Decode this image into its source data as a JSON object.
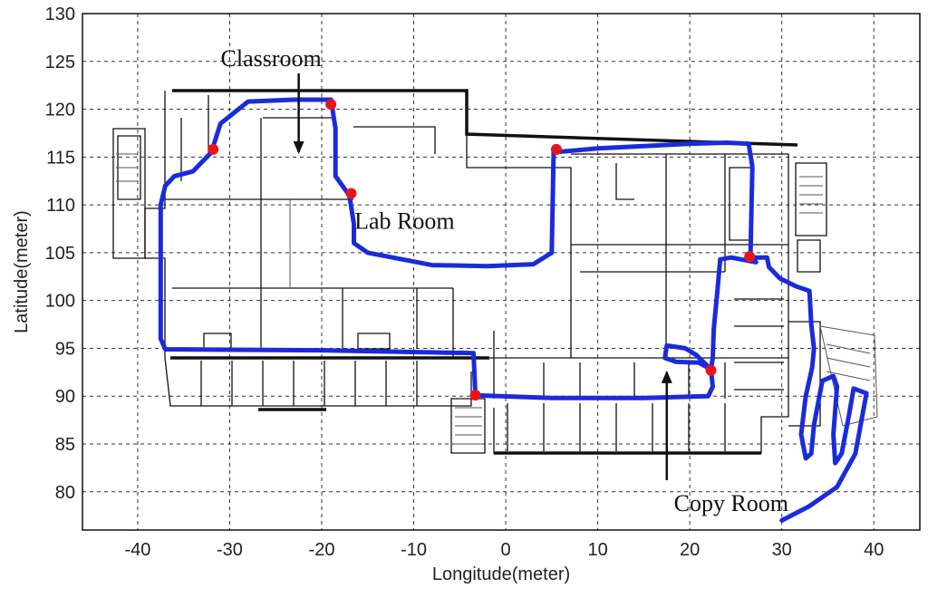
{
  "chart_data": {
    "type": "line",
    "xlabel": "Longitude(meter)",
    "ylabel": "Latitude(meter)",
    "xlim": [
      -46,
      45
    ],
    "ylim": [
      76,
      130
    ],
    "x_ticks": [
      -40,
      -30,
      -20,
      -10,
      0,
      10,
      20,
      30,
      40
    ],
    "y_ticks": [
      80,
      85,
      90,
      95,
      100,
      105,
      110,
      115,
      120,
      125,
      130
    ],
    "grid": true,
    "annotations": [
      {
        "text": "Classroom",
        "x": -25.5,
        "y": 124.5,
        "arrow_to": [
          -22.5,
          115.5
        ]
      },
      {
        "text": "Lab Room",
        "x": -11,
        "y": 107.5
      },
      {
        "text": "Copy Room",
        "x": 24.5,
        "y": 78,
        "arrow_to": [
          17.5,
          92.5
        ]
      }
    ],
    "series": [
      {
        "color": "#1a2bdc",
        "points": [
          [
            30,
            77
          ],
          [
            33,
            78.5
          ],
          [
            36,
            80.5
          ],
          [
            38,
            84
          ],
          [
            39.2,
            90.3
          ],
          [
            37.8,
            90.8
          ],
          [
            37.3,
            88
          ],
          [
            36.5,
            84
          ],
          [
            35.8,
            83
          ],
          [
            35.6,
            86
          ],
          [
            36,
            91
          ],
          [
            35.6,
            92.1
          ],
          [
            34.4,
            91.6
          ],
          [
            33.5,
            87
          ],
          [
            33.2,
            84
          ],
          [
            32.6,
            83.5
          ],
          [
            32.1,
            86
          ],
          [
            32.6,
            90
          ],
          [
            33.3,
            93
          ],
          [
            33.5,
            95
          ],
          [
            33.2,
            97.5
          ],
          [
            33,
            101
          ],
          [
            31.5,
            101.5
          ],
          [
            29.8,
            102.3
          ],
          [
            28.6,
            103.5
          ],
          [
            28.4,
            104.5
          ],
          [
            27.5,
            104.5
          ],
          [
            26.5,
            104.5
          ],
          [
            27.2,
            104
          ],
          [
            24.5,
            104.5
          ],
          [
            23.3,
            104.3
          ],
          [
            23,
            101
          ],
          [
            22.6,
            97
          ],
          [
            22.5,
            94
          ],
          [
            22.3,
            92.8
          ],
          [
            22.5,
            91
          ],
          [
            22,
            90
          ],
          [
            15,
            89.8
          ],
          [
            5,
            89.8
          ],
          [
            -3.3,
            90.1
          ],
          [
            -3.5,
            94.5
          ],
          [
            -20,
            94.8
          ],
          [
            -37,
            94.9
          ],
          [
            -37.5,
            96
          ],
          [
            -37.5,
            110
          ],
          [
            -37,
            112
          ],
          [
            -36,
            113
          ],
          [
            -34,
            113.5
          ],
          [
            -32,
            115.5
          ],
          [
            -31,
            118.5
          ],
          [
            -28,
            120.8
          ],
          [
            -23,
            121
          ],
          [
            -19,
            121
          ],
          [
            -18.5,
            118
          ],
          [
            -18.5,
            113
          ],
          [
            -17,
            111
          ],
          [
            -16.5,
            108
          ],
          [
            -16.5,
            106
          ],
          [
            -15,
            105
          ],
          [
            -8,
            103.7
          ],
          [
            -2,
            103.6
          ],
          [
            3,
            103.8
          ],
          [
            5,
            105
          ],
          [
            5.2,
            115.5
          ],
          [
            10,
            115.9
          ],
          [
            16,
            116.2
          ],
          [
            20,
            116.4
          ],
          [
            24,
            116.5
          ],
          [
            26.4,
            116.4
          ],
          [
            26.8,
            114
          ],
          [
            26.6,
            105
          ],
          [
            26.5,
            104.5
          ]
        ],
        "extra_loop": [
          [
            22.3,
            92.8
          ],
          [
            21,
            93.5
          ],
          [
            18.5,
            93.6
          ],
          [
            17.3,
            94
          ],
          [
            17.5,
            95.3
          ],
          [
            19.5,
            95
          ],
          [
            20.7,
            94.3
          ],
          [
            22.3,
            92.8
          ]
        ]
      }
    ],
    "markers": {
      "color": "#e8141a",
      "points": [
        [
          -31.8,
          115.8
        ],
        [
          -19,
          120.5
        ],
        [
          -16.8,
          111.2
        ],
        [
          5.5,
          115.8
        ],
        [
          26.5,
          104.6
        ],
        [
          22.3,
          92.7
        ],
        [
          -3.3,
          90.1
        ]
      ]
    }
  }
}
